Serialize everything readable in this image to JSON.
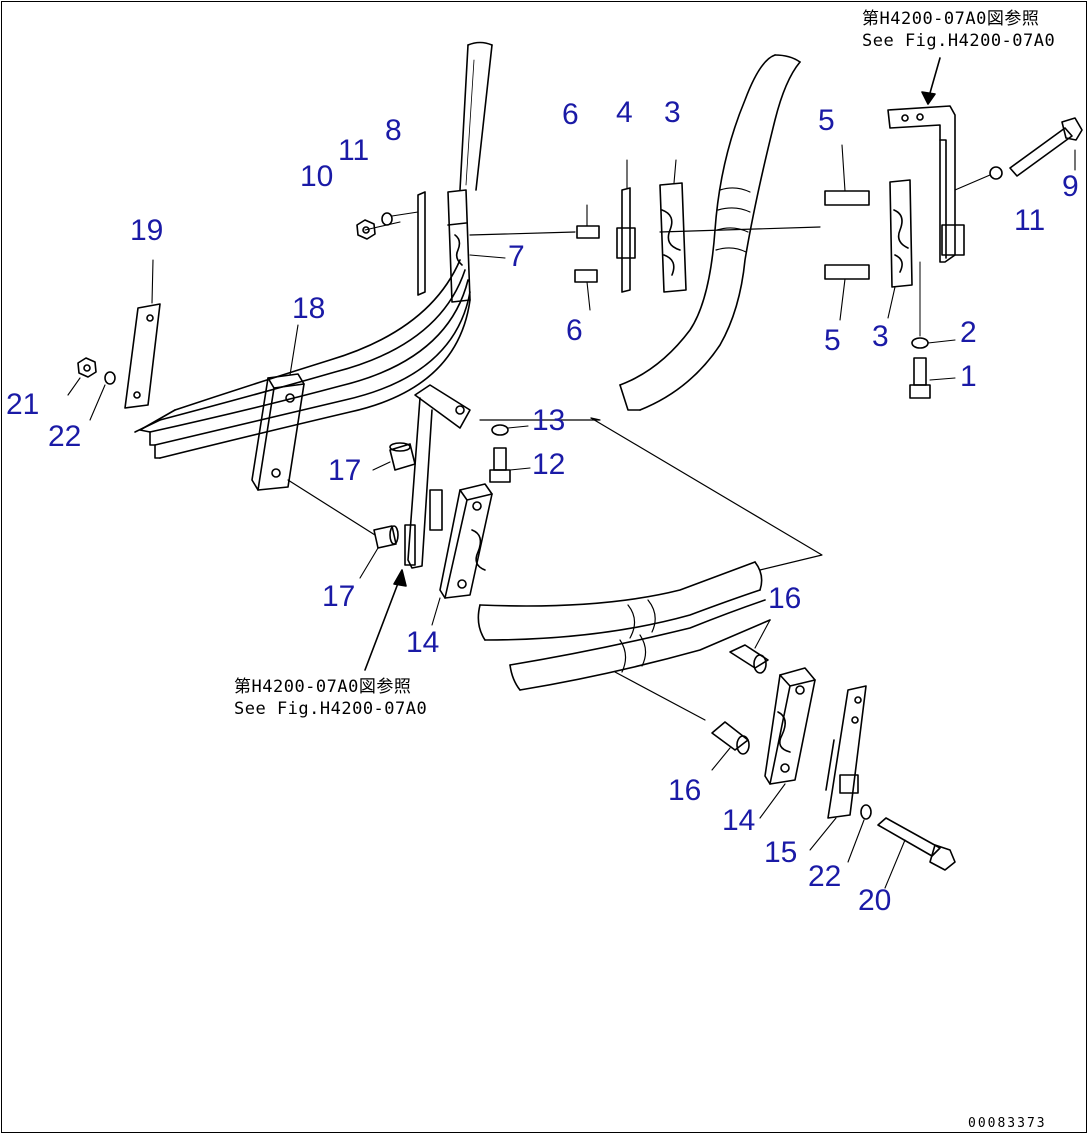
{
  "references": {
    "top_right": {
      "line1": "第H4200-07A0図参照",
      "line2": "See Fig.H4200-07A0"
    },
    "center": {
      "line1": "第H4200-07A0図参照",
      "line2": "See Fig.H4200-07A0"
    }
  },
  "callouts": {
    "c1": "1",
    "c2": "2",
    "c3a": "3",
    "c3b": "3",
    "c4": "4",
    "c5a": "5",
    "c5b": "5",
    "c6a": "6",
    "c6b": "6",
    "c7": "7",
    "c8": "8",
    "c9": "9",
    "c10": "10",
    "c11a": "11",
    "c11b": "11",
    "c12": "12",
    "c13": "13",
    "c14a": "14",
    "c14b": "14",
    "c15": "15",
    "c16a": "16",
    "c16b": "16",
    "c17a": "17",
    "c17b": "17",
    "c18": "18",
    "c19": "19",
    "c20": "20",
    "c21": "21",
    "c22a": "22",
    "c22b": "22"
  },
  "drawing_number": "00083373",
  "colors": {
    "callout": "#1a1aa6",
    "line": "#000000"
  }
}
